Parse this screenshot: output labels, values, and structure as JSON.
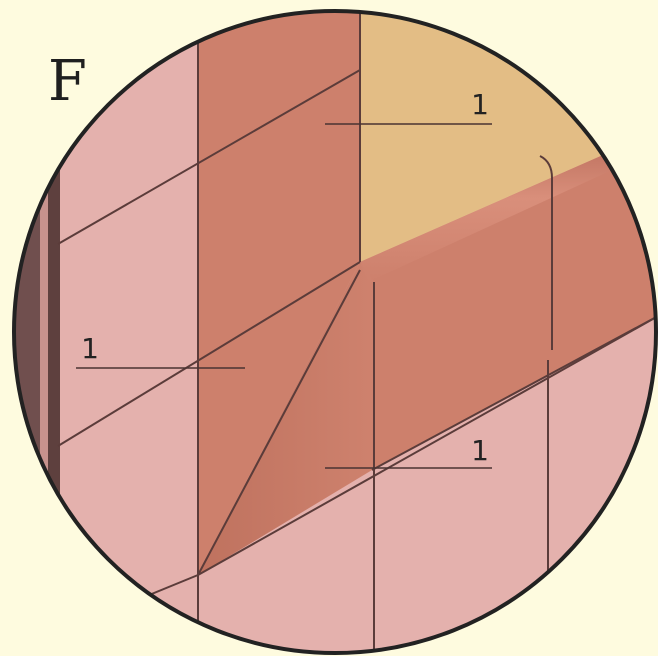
{
  "panel_letter": "F",
  "callouts": [
    {
      "text": "1"
    },
    {
      "text": "1"
    },
    {
      "text": "1"
    }
  ],
  "colors": {
    "background": "#fefbdf",
    "pink_tile": "#e4b1ad",
    "terracotta_tile": "#cd806c",
    "sand_top": "#e3bd85",
    "wall_edge": "#704f4e",
    "grout": "#5b3c3a",
    "outline": "#222222"
  }
}
